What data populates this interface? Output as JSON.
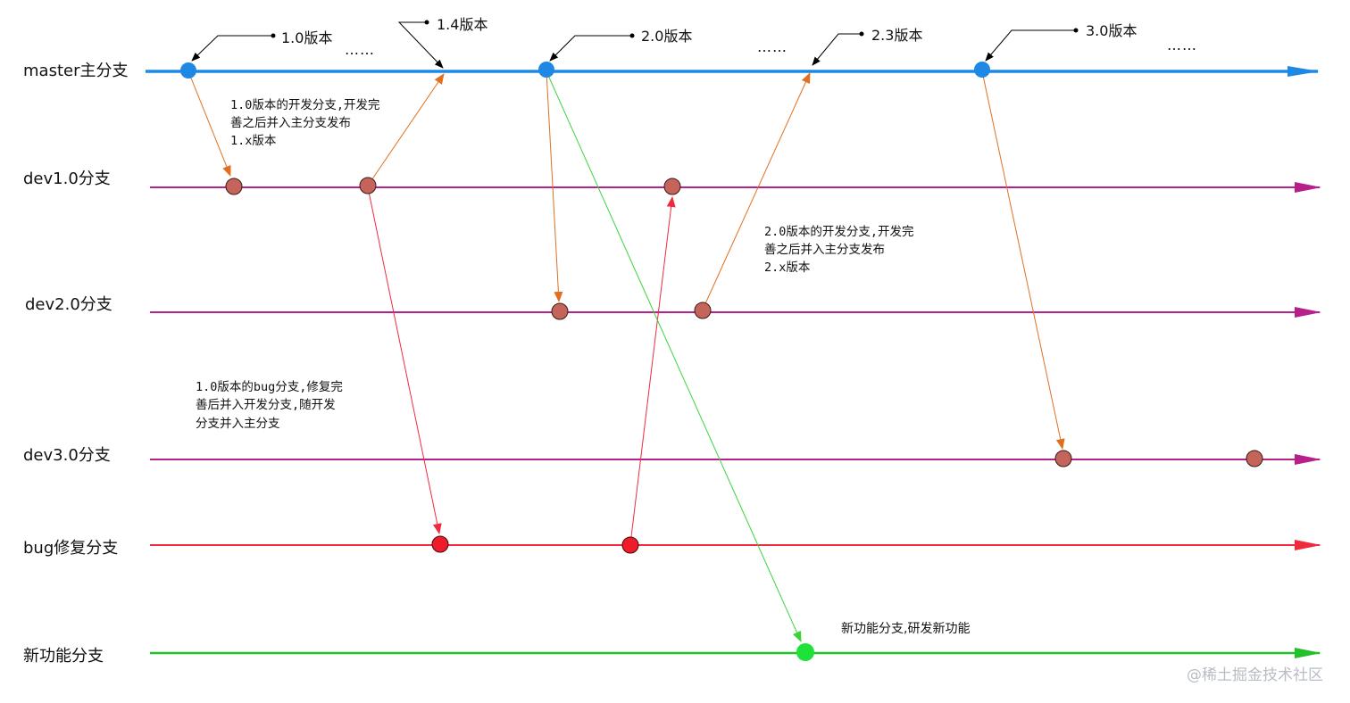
{
  "branches": {
    "master": {
      "label": "master主分支",
      "color": "#1e88e5"
    },
    "dev1": {
      "label": "dev1.0分支",
      "color": "#b5208a"
    },
    "dev2": {
      "label": "dev2.0分支",
      "color": "#b5208a"
    },
    "dev3": {
      "label": "dev3.0分支",
      "color": "#b5208a"
    },
    "bug": {
      "label": "bug修复分支",
      "color": "#f02a3c"
    },
    "feature": {
      "label": "新功能分支",
      "color": "#22c02a"
    }
  },
  "versions": {
    "v10": "1.0版本",
    "v14": "1.4版本",
    "v20": "2.0版本",
    "v23": "2.3版本",
    "v30": "3.0版本"
  },
  "ellipsis": "……",
  "notes": {
    "dev1": [
      "1.0版本的开发分支,开发完",
      "善之后并入主分支发布",
      "1.x版本"
    ],
    "dev2": [
      "2.0版本的开发分支,开发完",
      "善之后并入主分支发布",
      "2.x版本"
    ],
    "bug": [
      "1.0版本的bug分支,修复完",
      "善后并入开发分支,随开发",
      "分支并入主分支"
    ],
    "feature": "新功能分支,研发新功能"
  },
  "watermark": "@稀土掘金技术社区",
  "colors": {
    "master_commit": "#1e88e5",
    "dev_commit": "#c4645a",
    "bug_commit": "#ee1c2a",
    "feature_commit": "#1ee23a",
    "merge_arrow_dev": "#e07020",
    "merge_arrow_bug": "#f02a3c",
    "merge_arrow_feature": "#3ad43a"
  }
}
